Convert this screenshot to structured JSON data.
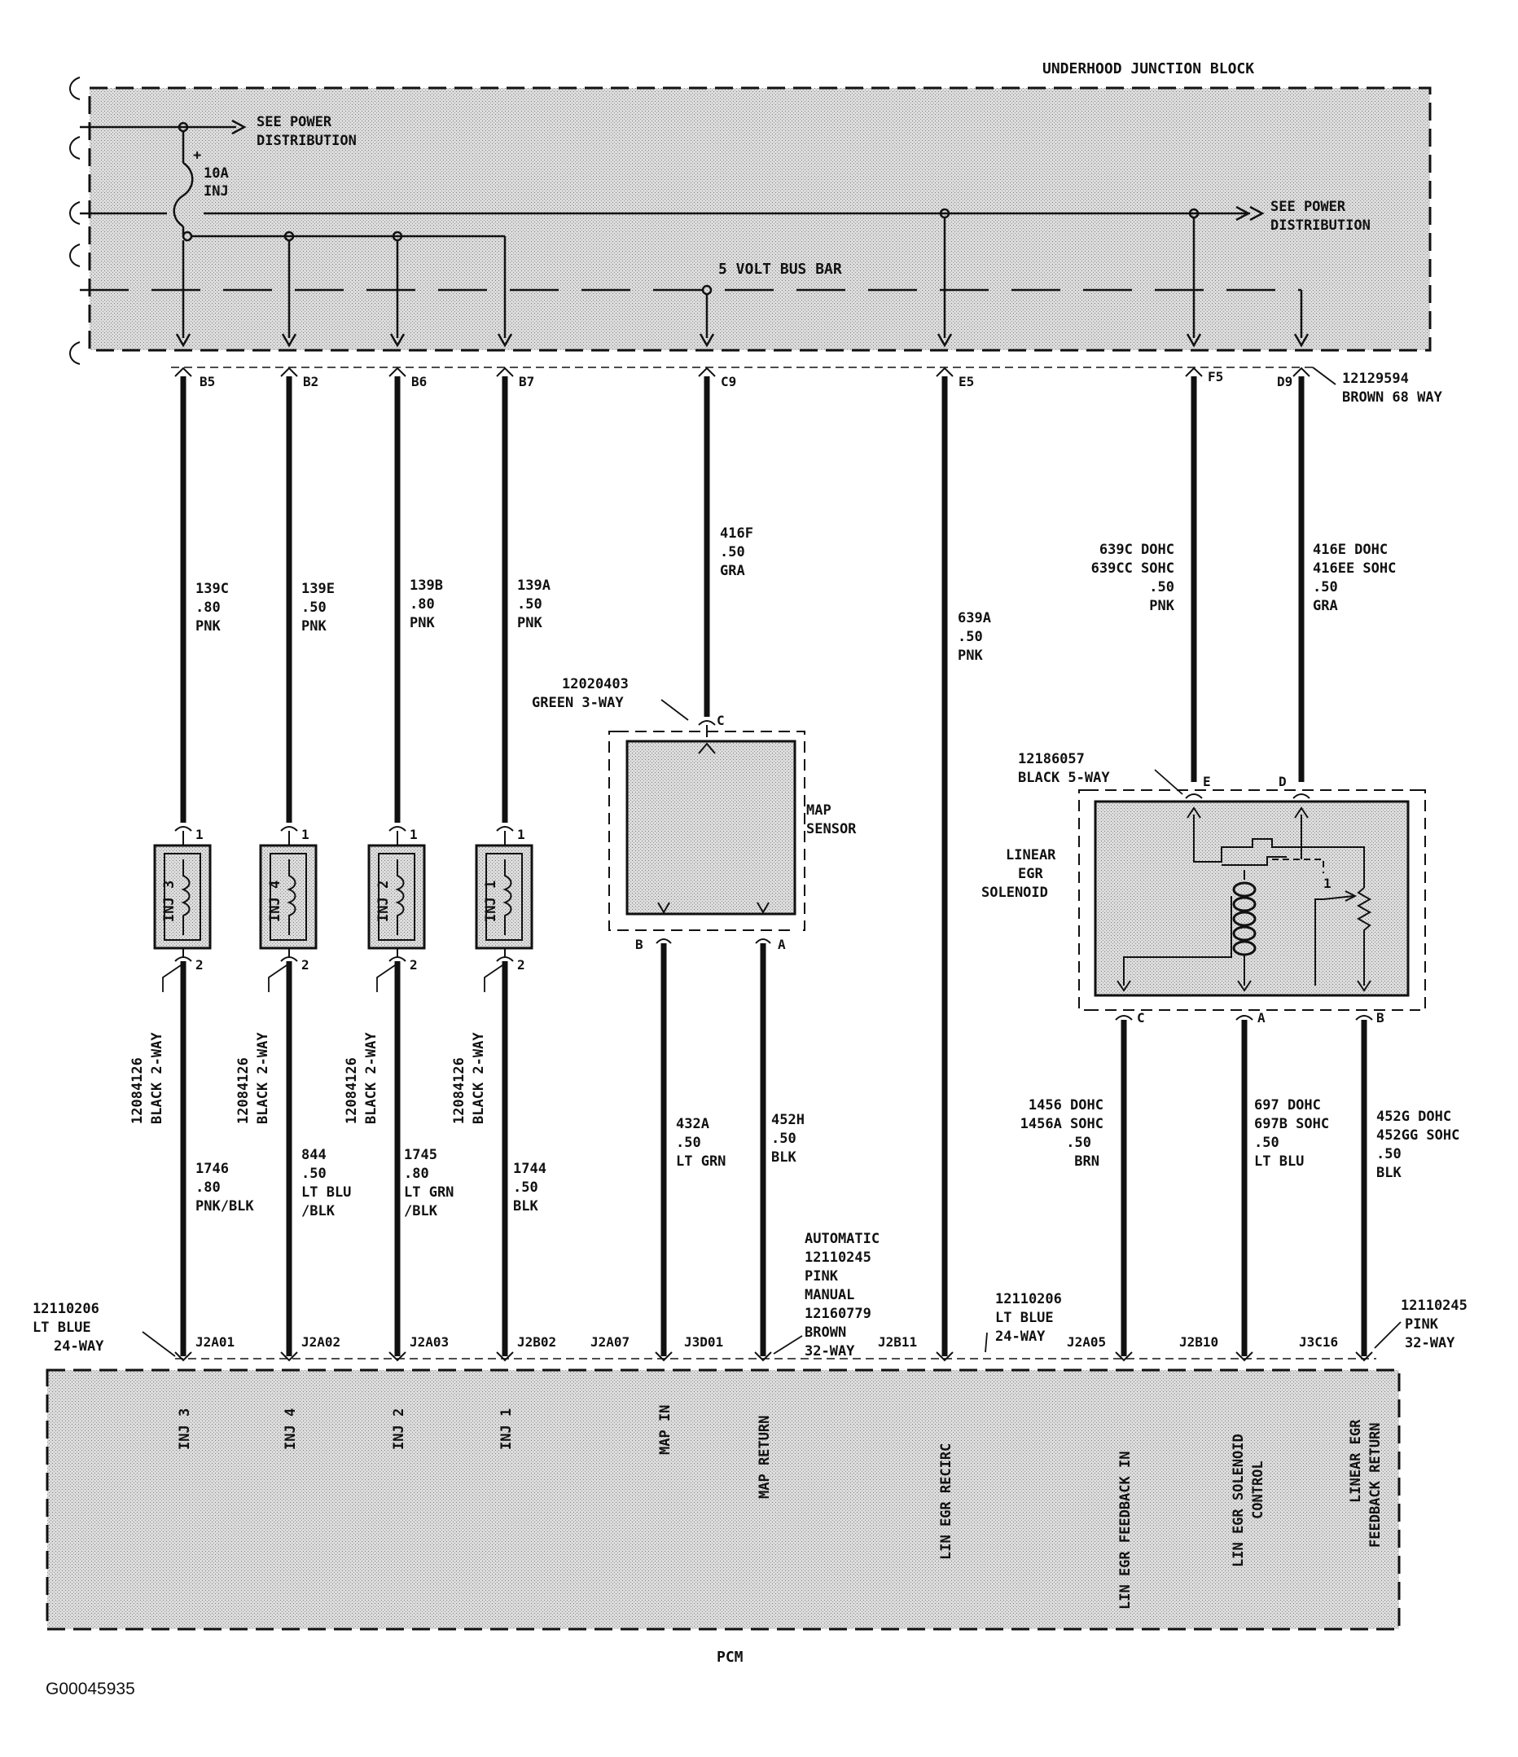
{
  "underhood": {
    "title": "UNDERHOOD JUNCTION BLOCK",
    "power_top": [
      "SEE POWER",
      "DISTRIBUTION"
    ],
    "power_right": [
      "SEE POWER",
      "DISTRIBUTION"
    ],
    "fuse": [
      "10A",
      "INJ"
    ],
    "bus_bar": "5 VOLT BUS BAR",
    "pins": {
      "b5": "B5",
      "b2": "B2",
      "b6": "B6",
      "b7": "B7",
      "c9": "C9",
      "e5": "E5",
      "f5": "F5",
      "d9": "D9"
    },
    "connector": [
      "12129594",
      "BROWN 68 WAY"
    ]
  },
  "wires": {
    "w139c": [
      "139C",
      ".80",
      "PNK"
    ],
    "w139e": [
      "139E",
      ".50",
      "PNK"
    ],
    "w139b": [
      "139B",
      ".80",
      "PNK"
    ],
    "w139a": [
      "139A",
      ".50",
      "PNK"
    ],
    "w416f": [
      "416F",
      ".50",
      "GRA"
    ],
    "w639a": [
      "639A",
      ".50",
      "PNK"
    ],
    "w639c": [
      "639C DOHC",
      "639CC SOHC",
      ".50",
      "PNK"
    ],
    "w416e": [
      "416E DOHC",
      "416EE SOHC",
      ".50",
      "GRA"
    ],
    "w1746": [
      "1746",
      ".80",
      "PNK/BLK"
    ],
    "w844": [
      "844",
      ".50",
      "LT BLU",
      "/BLK"
    ],
    "w1745": [
      "1745",
      ".80",
      "LT GRN",
      "/BLK"
    ],
    "w1744": [
      "1744",
      ".50",
      "BLK"
    ],
    "w432a": [
      "432A",
      ".50",
      "LT GRN"
    ],
    "w452h": [
      "452H",
      ".50",
      "BLK"
    ],
    "w1456": [
      "1456 DOHC",
      "1456A SOHC",
      ".50",
      "BRN"
    ],
    "w697": [
      "697 DOHC",
      "697B SOHC",
      ".50",
      "LT BLU"
    ],
    "w452g": [
      "452G DOHC",
      "452GG SOHC",
      ".50",
      "BLK"
    ]
  },
  "injectors": {
    "labels": [
      "INJ 3",
      "INJ 4",
      "INJ 2",
      "INJ 1"
    ],
    "pin1": "1",
    "pin2": "2",
    "connector": [
      "12084126",
      "BLACK 2-WAY"
    ]
  },
  "map_sensor": {
    "connector": [
      "12020403",
      "GREEN 3-WAY"
    ],
    "label": [
      "MAP",
      "SENSOR"
    ],
    "pins": {
      "c": "C",
      "b": "B",
      "a": "A"
    }
  },
  "egr": {
    "connector": [
      "12186057",
      "BLACK 5-WAY"
    ],
    "label": [
      "LINEAR",
      "EGR",
      "SOLENOID"
    ],
    "pins": {
      "e": "E",
      "d": "D",
      "c": "C",
      "a": "A",
      "b": "B"
    },
    "arrow_num": "1"
  },
  "pcm": {
    "title": "PCM",
    "left_connector": [
      "12110206",
      "LT BLUE",
      "24-WAY"
    ],
    "mid_connector_a": [
      "AUTOMATIC",
      "12110245",
      "PINK",
      "MANUAL",
      "12160779",
      "BROWN",
      "32-WAY"
    ],
    "mid_connector_b": [
      "12110206",
      "LT BLUE",
      "24-WAY"
    ],
    "right_connector": [
      "12110245",
      "PINK",
      "32-WAY"
    ],
    "cavities": {
      "j2a01": "J2A01",
      "j2a02": "J2A02",
      "j2a03": "J2A03",
      "j2b02": "J2B02",
      "j2a07": "J2A07",
      "j3d01": "J3D01",
      "j2b11": "J2B11",
      "j2a05": "J2A05",
      "j2b10": "J2B10",
      "j3c16": "J3C16"
    },
    "functions": {
      "inj3": [
        "INJ 3"
      ],
      "inj4": [
        "INJ 4"
      ],
      "inj2": [
        "INJ 2"
      ],
      "inj1": [
        "INJ 1"
      ],
      "map_in": [
        "MAP IN"
      ],
      "map_return": [
        "MAP RETURN"
      ],
      "lin_egr_recirc": [
        "LIN EGR RECIRC"
      ],
      "lin_egr_feedback": [
        "LIN EGR FEEDBACK IN"
      ],
      "lin_egr_solenoid": [
        "LIN EGR SOLENOID",
        "CONTROL"
      ],
      "linear_egr_return": [
        "LINEAR EGR",
        "FEEDBACK RETURN"
      ]
    }
  },
  "figure_code": "G00045935"
}
